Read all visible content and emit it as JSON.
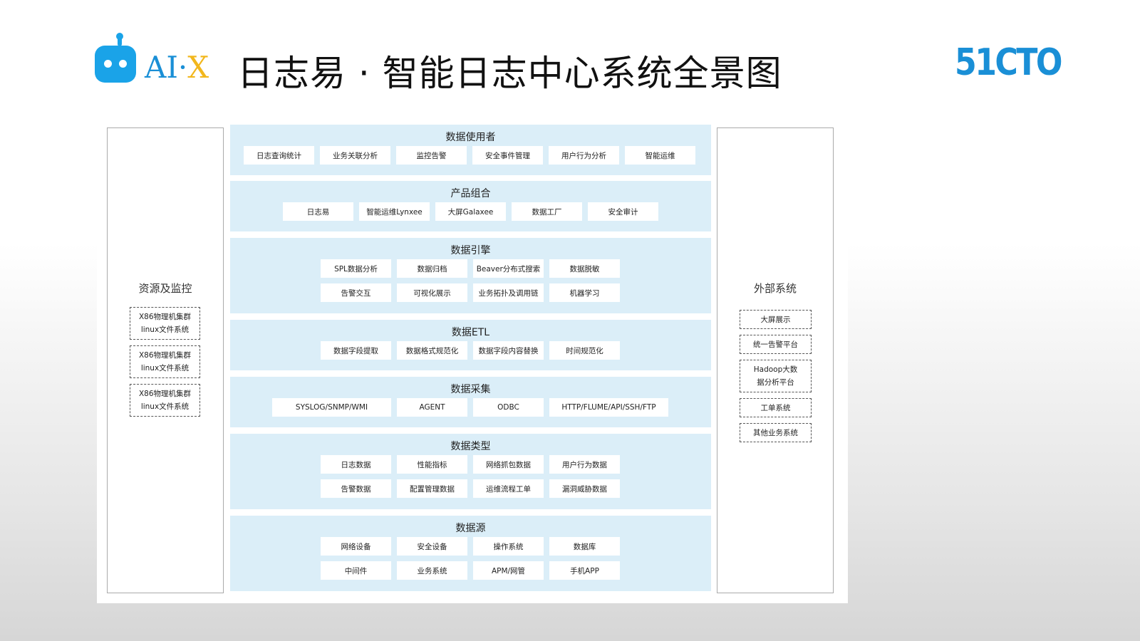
{
  "header": {
    "logo": {
      "text_ai": "AI",
      "text_dot": "·",
      "text_x": "X"
    },
    "title": "日志易 · 智能日志中心系统全景图",
    "brand": "51CTO"
  },
  "left_panel": {
    "title": "资源及监控",
    "boxes": [
      "X86物理机集群\nlinux文件系统",
      "X86物理机集群\nlinux文件系统",
      "X86物理机集群\nlinux文件系统"
    ]
  },
  "right_panel": {
    "title": "外部系统",
    "boxes": [
      "大屏展示",
      "统一告警平台",
      "Hadoop大数\n据分析平台",
      "工单系统",
      "其他业务系统"
    ]
  },
  "layers": [
    {
      "title": "数据使用者",
      "rows": [
        [
          "日志查询统计",
          "业务关联分析",
          "监控告警",
          "安全事件管理",
          "用户行为分析",
          "智能运维"
        ]
      ]
    },
    {
      "title": "产品组合",
      "rows": [
        [
          "日志易",
          "智能运维Lynxee",
          "大屏Galaxee",
          "数据工厂",
          "安全审计"
        ]
      ]
    },
    {
      "title": "数据引擎",
      "rows": [
        [
          "SPL数据分析",
          "数据归档",
          "Beaver分布式搜索",
          "数据脱敏"
        ],
        [
          "告警交互",
          "可视化展示",
          "业务拓扑及调用链",
          "机器学习"
        ]
      ]
    },
    {
      "title": "数据ETL",
      "rows": [
        [
          "数据字段提取",
          "数据格式规范化",
          "数据字段内容替换",
          "时间规范化"
        ]
      ]
    },
    {
      "title": "数据采集",
      "rows": [
        [
          "SYSLOG/SNMP/WMI",
          "AGENT",
          "ODBC",
          "HTTP/FLUME/API/SSH/FTP"
        ]
      ]
    },
    {
      "title": "数据类型",
      "rows": [
        [
          "日志数据",
          "性能指标",
          "网络抓包数据",
          "用户行为数据"
        ],
        [
          "告警数据",
          "配置管理数据",
          "运维流程工单",
          "漏洞威胁数据"
        ]
      ]
    },
    {
      "title": "数据源",
      "rows": [
        [
          "网络设备",
          "安全设备",
          "操作系统",
          "数据库"
        ],
        [
          "中间件",
          "业务系统",
          "APM/网管",
          "手机APP"
        ]
      ]
    }
  ]
}
